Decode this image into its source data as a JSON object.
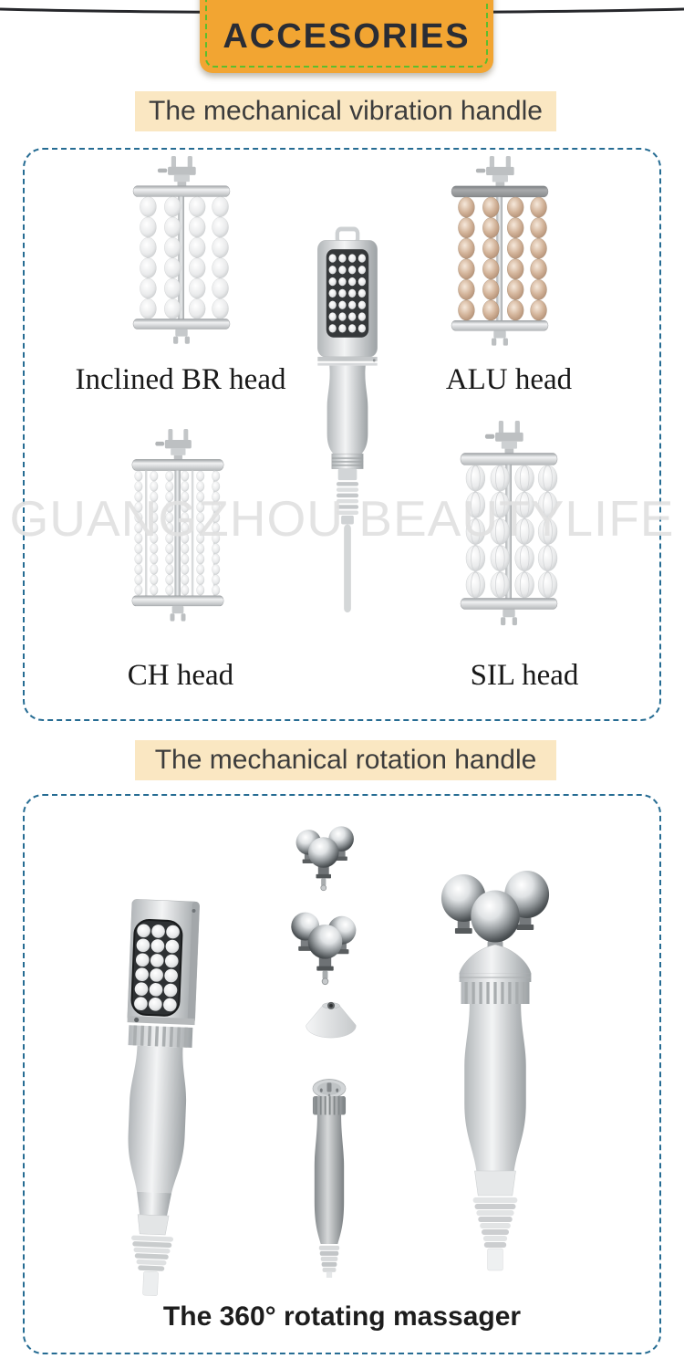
{
  "header": {
    "title": "ACCESORIES"
  },
  "watermark": "GUANGZHOU BEAUTYLIFE",
  "sections": {
    "vibration": {
      "banner": "The mechanical vibration handle",
      "heads": {
        "inclined_br": "Inclined BR head",
        "alu": "ALU head",
        "ch": "CH head",
        "sil": "SIL head"
      }
    },
    "rotation": {
      "banner": "The mechanical rotation handle",
      "caption": "The 360° rotating massager"
    }
  },
  "colors": {
    "title_banner_bg": "#F2A532",
    "title_banner_dash": "#5BBE2D",
    "section_banner_bg": "#FAE7C2",
    "box_border": "#266C93",
    "title_text": "#2A2D35",
    "body_text": "#3C3C3C"
  }
}
